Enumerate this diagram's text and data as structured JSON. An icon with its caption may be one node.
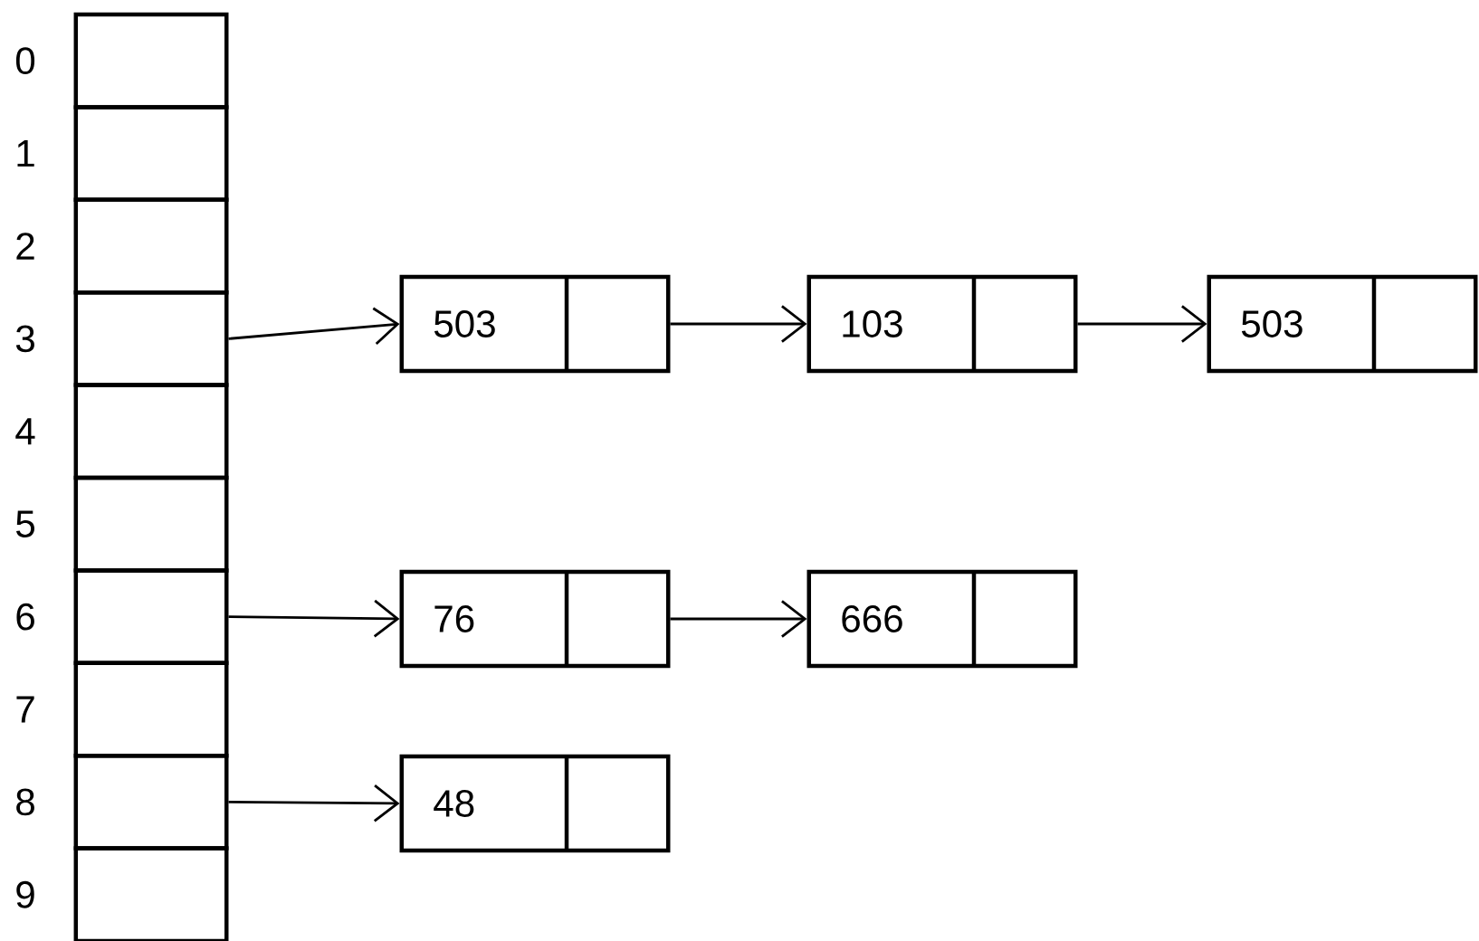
{
  "diagram": {
    "nodes": [
      {
        "text": [],
        "shape": "box",
        "beside": [
          "0"
        ]
      },
      {
        "text": [],
        "shape": "box",
        "beside": [
          "1"
        ]
      },
      {
        "text": [],
        "shape": "box",
        "beside": [
          "2"
        ]
      },
      {
        "text": [],
        "shape": "box",
        "beside": [
          "3"
        ]
      },
      {
        "text": [],
        "shape": "box",
        "beside": [
          "4"
        ]
      },
      {
        "text": [],
        "shape": "box",
        "beside": [
          "5"
        ]
      },
      {
        "text": [],
        "shape": "box",
        "beside": [
          "6"
        ]
      },
      {
        "text": [],
        "shape": "box",
        "beside": [
          "7"
        ]
      },
      {
        "text": [],
        "shape": "box",
        "beside": [
          "8"
        ]
      },
      {
        "text": [],
        "shape": "box",
        "beside": [
          "9"
        ]
      },
      {
        "text": [
          "503"
        ]
      },
      {
        "text": [
          "103"
        ]
      },
      {
        "text": [
          "503"
        ]
      },
      {
        "text": [
          "76"
        ]
      },
      {
        "text": [
          "666"
        ]
      },
      {
        "text": [
          "48"
        ]
      }
    ],
    "edges": [
      {
        "from": 3,
        "to": 10,
        "arrow": "to"
      },
      {
        "from": 10,
        "to": 11,
        "arrow": "to"
      },
      {
        "from": 11,
        "to": 12,
        "arrow": "to"
      },
      {
        "from": 6,
        "to": 13,
        "arrow": "to"
      },
      {
        "from": 13,
        "to": 14,
        "arrow": "to"
      },
      {
        "from": 8,
        "to": 15,
        "arrow": "to"
      }
    ]
  }
}
